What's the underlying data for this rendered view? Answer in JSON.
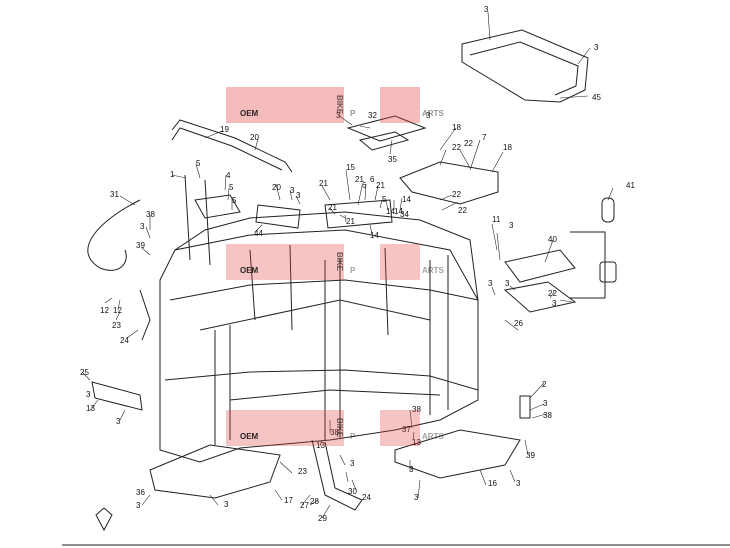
{
  "diagram": {
    "callouts": [
      "3",
      "3",
      "45",
      "3",
      "32",
      "3",
      "35",
      "18",
      "22",
      "22",
      "7",
      "18",
      "19",
      "20",
      "1",
      "5",
      "4",
      "5",
      "5",
      "20",
      "3",
      "3",
      "21",
      "15",
      "21",
      "6",
      "6",
      "21",
      "5",
      "14",
      "14",
      "14",
      "34",
      "22",
      "22",
      "31",
      "44",
      "21",
      "21",
      "14",
      "11",
      "3",
      "40",
      "41",
      "38",
      "3",
      "39",
      "3",
      "3",
      "22",
      "3",
      "12",
      "12",
      "23",
      "24",
      "25",
      "26",
      "3",
      "13",
      "3",
      "2",
      "3",
      "38",
      "39",
      "38",
      "38",
      "13",
      "37",
      "13",
      "3",
      "30",
      "24",
      "23",
      "17",
      "3",
      "36",
      "3",
      "27",
      "28",
      "29",
      "3",
      "16",
      "3",
      "3",
      "3"
    ],
    "bottom_line": true
  },
  "watermarks": [
    {
      "oem": "OEM",
      "bike": "BIKE",
      "parts_a": "P",
      "parts_b": "ARTS"
    },
    {
      "oem": "OEM",
      "bike": "BIKE",
      "parts_a": "P",
      "parts_b": "ARTS"
    },
    {
      "oem": "OEM",
      "bike": "BIKE",
      "parts_a": "P",
      "parts_b": "ARTS"
    }
  ],
  "colors": {
    "line": "#222222",
    "watermark_red": "#e23a3a",
    "watermark_grey": "#9a9a9a"
  }
}
